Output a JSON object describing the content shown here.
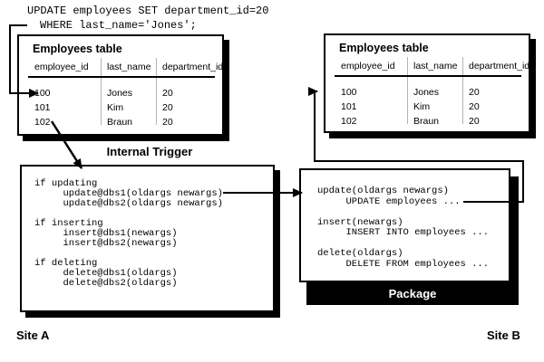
{
  "sql_statement": {
    "line1": "UPDATE employees SET department_id=20",
    "line2": "WHERE last_name='Jones';"
  },
  "site_a": {
    "label": "Site A",
    "table": {
      "title": "Employees table",
      "columns": [
        "employee_id",
        "last_name",
        "department_id"
      ],
      "rows": [
        [
          "100",
          "Jones",
          "20"
        ],
        [
          "101",
          "Kim",
          "20"
        ],
        [
          "102",
          "Braun",
          "20"
        ]
      ]
    },
    "trigger": {
      "title": "Internal Trigger",
      "code": "if updating\n     update@dbs1(oldargs newargs)\n     update@dbs2(oldargs newargs)\n\nif inserting\n     insert@dbs1(newargs)\n     insert@dbs2(newargs)\n\nif deleting\n     delete@dbs1(oldargs)\n     delete@dbs2(oldargs)"
    }
  },
  "site_b": {
    "label": "Site B",
    "table": {
      "title": "Employees table",
      "columns": [
        "employee_id",
        "last_name",
        "department_id"
      ],
      "rows": [
        [
          "100",
          "Jones",
          "20"
        ],
        [
          "101",
          "Kim",
          "20"
        ],
        [
          "102",
          "Braun",
          "20"
        ]
      ]
    },
    "package": {
      "title": "Package",
      "code": "update(oldargs newargs)\n     UPDATE employees ...\n\ninsert(newargs)\n     INSERT INTO employees ...\n\ndelete(oldargs)\n     DELETE FROM employees ..."
    }
  },
  "colors": {
    "ink": "#000000",
    "package_bg": "#000000",
    "package_text": "#ffffff",
    "column_separator": "#b4b4b4",
    "background": "#ffffff"
  }
}
